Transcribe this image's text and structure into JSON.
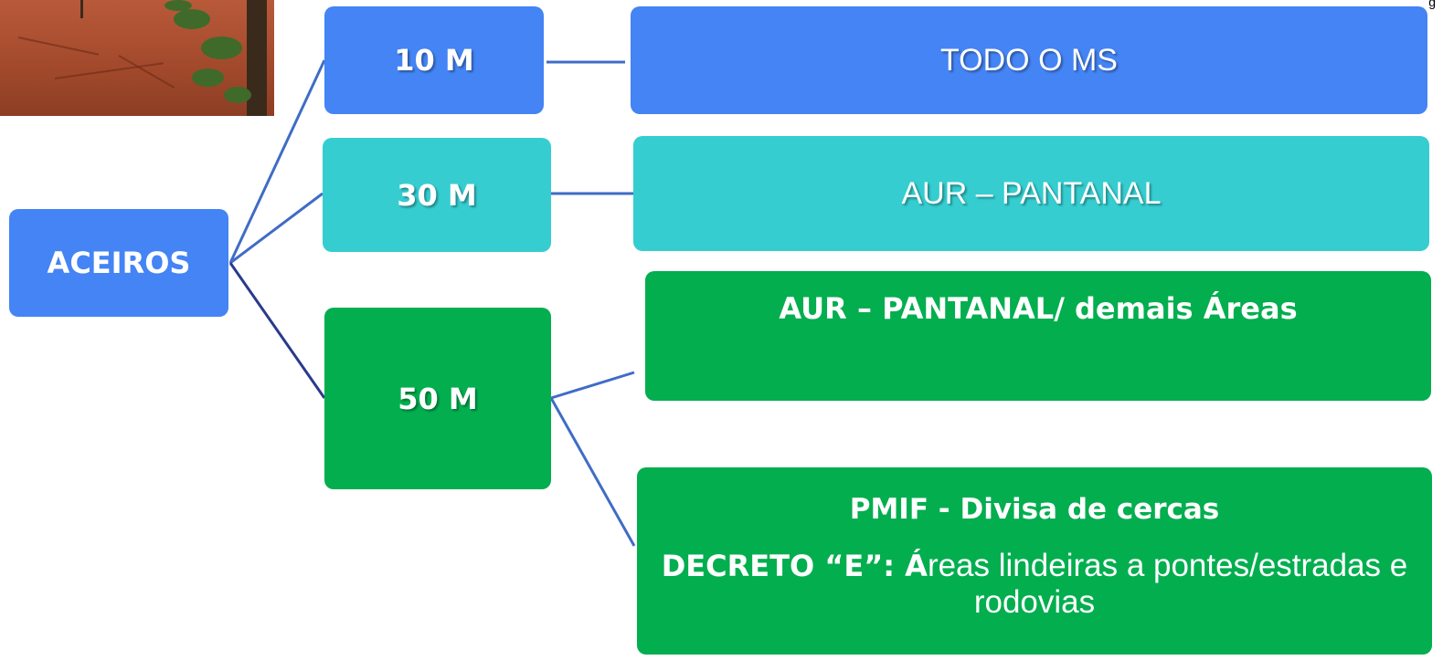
{
  "root": {
    "label": "ACEIROS"
  },
  "widths": [
    {
      "label": "10 M",
      "color": "#4484f4",
      "detail": {
        "text": "TODO O MS",
        "color": "#4484f4"
      }
    },
    {
      "label": "30 M",
      "color": "#35cdd0",
      "detail": {
        "text": "AUR – PANTANAL",
        "color": "#35cdd0"
      }
    },
    {
      "label": "50 M",
      "color": "#03ae4f",
      "details": [
        {
          "text": "AUR – PANTANAL/ demais Áreas"
        },
        {
          "line1": "PMIF -  Divisa de cercas",
          "line2_lead": "DECRETO “E”: Á",
          "line2_rest": "reas lindeiras a pontes/estradas e rodovias"
        }
      ]
    }
  ],
  "connector_colors": {
    "primary": "#3f6cc6",
    "dark": "#2a3a8c"
  },
  "photo": {
    "description_icon": "terrain-photo-icon"
  },
  "corner_mark": "g"
}
